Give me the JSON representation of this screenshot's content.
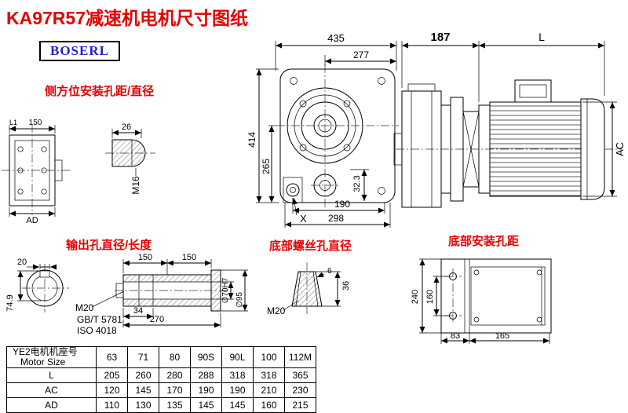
{
  "title": "KA97R57减速机电机尺寸图纸",
  "brand": "BOSERL",
  "sections": {
    "side_mount_label": "侧方位安装孔距/直径",
    "output_label": "输出孔直径/长度",
    "bottom_screw_label": "底部螺丝孔直径",
    "bottom_mount_label": "底部安装孔距"
  },
  "flange_view": {
    "dim_l1": "L1",
    "dim_150": "150",
    "dim_ad": "AD"
  },
  "shaft_detail": {
    "dim_26": "26",
    "thread": "M16"
  },
  "main_view": {
    "dim_435": "435",
    "dim_277": "277",
    "dim_414": "414",
    "dim_265": "265",
    "dim_32_3": "32.3",
    "dim_190": "190",
    "dim_298": "298",
    "label_x": "X"
  },
  "side_view": {
    "dim_187": "187",
    "dim_l": "L",
    "dim_ac": "AC"
  },
  "output_view": {
    "dim_20": "20",
    "dim_74_9": "74.9",
    "dim_150a": "150",
    "dim_150b": "150",
    "thread": "M20",
    "std_gb": "GB/T 5781",
    "std_iso": "ISO 4018",
    "dim_34": "34",
    "dim_270": "270",
    "dim_d70": "∅70H7",
    "dim_d95": "∅95"
  },
  "bolt_view": {
    "dim_6": "6",
    "dim_36": "36",
    "thread": "M20"
  },
  "mount_view": {
    "dim_240": "240",
    "dim_160": "160",
    "dim_83": "83",
    "dim_165": "165"
  },
  "table": {
    "header_cn": "YE2电机机座号",
    "header_en": "Motor Size",
    "columns": [
      "63",
      "71",
      "80",
      "90S",
      "90L",
      "100",
      "112M"
    ],
    "rows": [
      {
        "label": "L",
        "values": [
          "205",
          "260",
          "280",
          "288",
          "318",
          "318",
          "365"
        ]
      },
      {
        "label": "AC",
        "values": [
          "120",
          "145",
          "170",
          "190",
          "190",
          "210",
          "230"
        ]
      },
      {
        "label": "AD",
        "values": [
          "110",
          "130",
          "135",
          "145",
          "145",
          "160",
          "215"
        ]
      }
    ]
  },
  "colors": {
    "accent_red": "#e60000",
    "brand_blue": "#2222cc"
  }
}
